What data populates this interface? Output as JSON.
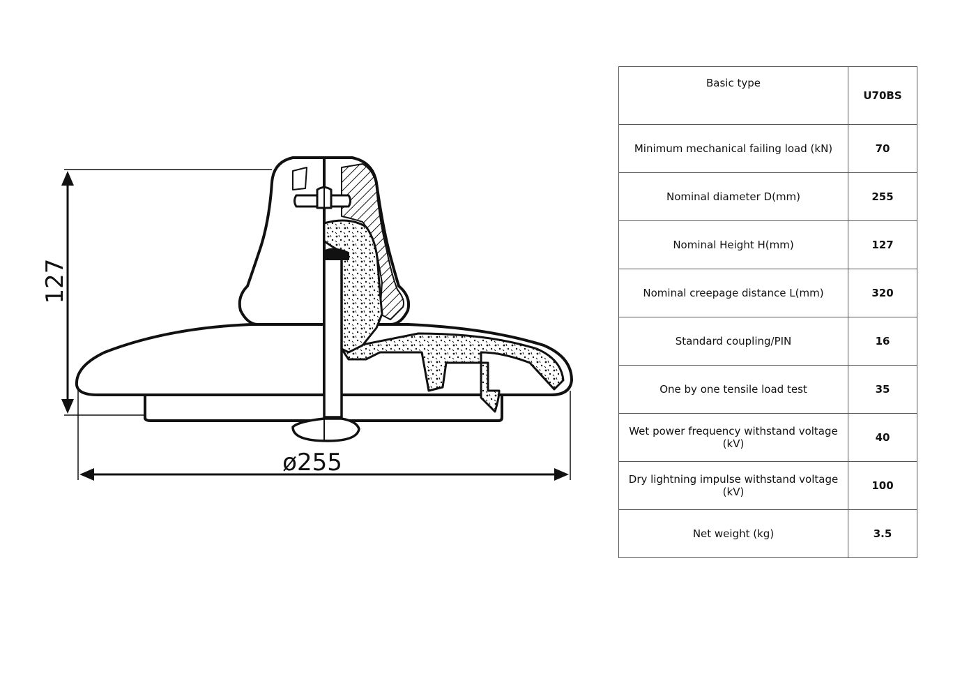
{
  "drawing": {
    "height_label": "127",
    "diameter_label": "ø255"
  },
  "table": {
    "rows": [
      {
        "param": "Basic type",
        "value": "U70BS"
      },
      {
        "param": "Minimum mechanical failing load (kN)",
        "value": "70"
      },
      {
        "param": "Nominal diameter D(mm)",
        "value": "255"
      },
      {
        "param": "Nominal Height H(mm)",
        "value": "127"
      },
      {
        "param": "Nominal creepage distance L(mm)",
        "value": "320"
      },
      {
        "param": "Standard coupling/PIN",
        "value": "16"
      },
      {
        "param": "One by one tensile load test",
        "value": "35"
      },
      {
        "param": "Wet power frequency withstand voltage (kV)",
        "value": "40"
      },
      {
        "param": "Dry lightning impulse withstand voltage (kV)",
        "value": "100"
      },
      {
        "param": "Net weight (kg)",
        "value": "3.5"
      }
    ]
  },
  "colors": {
    "line": "#111111",
    "border": "#555555"
  }
}
